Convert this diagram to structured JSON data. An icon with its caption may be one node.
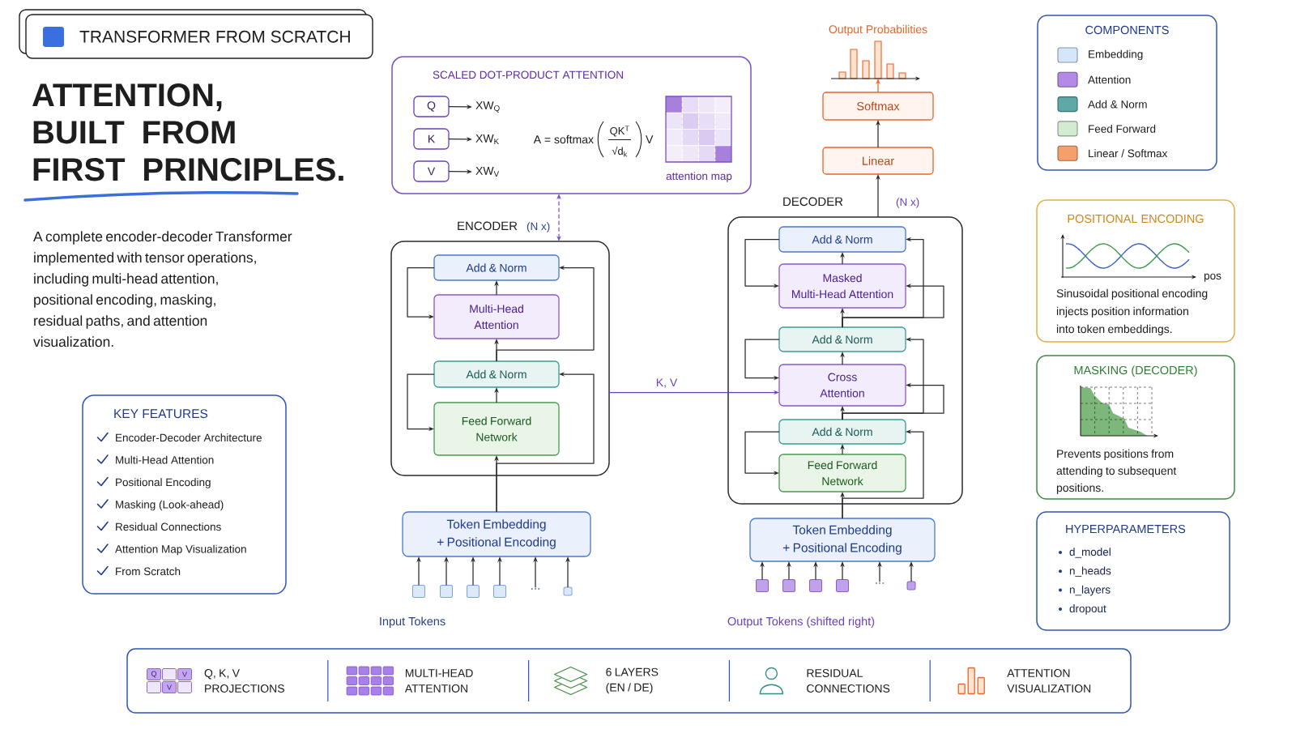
{
  "diagram": {
    "title": "ATTENTION, BUILT FROM FIRST PRINCIPLES.",
    "nodes": [
      {
        "text": [
          "TRANSFORMER FROM SCRATCH"
        ]
      },
      {
        "text": [
          "SCALED DOT-PRODUCT ATTENTION"
        ]
      },
      {
        "text": [
          "Q"
        ],
        "in": 1
      },
      {
        "text": [
          "XW$_{Q}$"
        ],
        "in": 1
      },
      {
        "text": [
          "K"
        ],
        "in": 1
      },
      {
        "text": [
          "XW$_{K}$"
        ],
        "in": 1
      },
      {
        "text": [
          "V"
        ],
        "in": 1
      },
      {
        "text": [
          "XW$_{V}$"
        ],
        "in": 1
      },
      {
        "text": [
          "Output Probabilities"
        ]
      },
      {
        "text": [
          "Softmax"
        ]
      },
      {
        "text": [
          "Linear"
        ]
      },
      {
        "text": [
          "COMPONENTS"
        ]
      },
      {
        "text": [
          "ENCODER"
        ],
        "beside": [
          "(N x)"
        ]
      },
      {
        "text": [
          "Add & Norm"
        ],
        "in": 12
      },
      {
        "text": [
          "Multi-Head Attention"
        ],
        "in": 12
      },
      {
        "text": [
          "Add & Norm"
        ],
        "in": 12
      },
      {
        "text": [
          "Feed Forward Network"
        ],
        "in": 12
      },
      {
        "text": [
          "DECODER"
        ],
        "beside": [
          "(N x)"
        ]
      },
      {
        "text": [
          "Add & Norm"
        ],
        "in": 17
      },
      {
        "text": [
          "Masked Multi-Head Attention"
        ],
        "in": 17
      },
      {
        "text": [
          "Add & Norm"
        ],
        "in": 17
      },
      {
        "text": [
          "Cross Attention"
        ],
        "in": 17
      },
      {
        "text": [
          "Add & Norm"
        ],
        "in": 17
      },
      {
        "text": [
          "Feed Forward Network"
        ],
        "in": 17
      },
      {
        "text": [
          "POSITIONAL ENCODING",
          "Sinusoidal positional encoding injects position information into token embeddings."
        ]
      },
      {
        "text": [
          "MASKING (DECODER)",
          "Prevents positions from attending to subsequent positions."
        ]
      },
      {
        "text": [
          "KEY FEATURES",
          "Encoder-Decoder Architecture",
          "Multi-Head Attention",
          "Positional Encoding",
          "Masking (Look-ahead)",
          "Residual Connections",
          "Attention Map Visualization",
          "From Scratch"
        ]
      },
      {
        "text": [
          "Token Embedding + Positional Encoding"
        ]
      },
      {
        "text": [],
        "shape": "box"
      },
      {
        "text": [],
        "shape": "box"
      },
      {
        "text": [],
        "shape": "box"
      },
      {
        "text": [],
        "shape": "box"
      },
      {
        "text": [
          "..."
        ]
      },
      {
        "text": [],
        "shape": "box"
      },
      {
        "text": [
          "Token Embedding + Positional Encoding"
        ]
      },
      {
        "text": [],
        "shape": "box"
      },
      {
        "text": [],
        "shape": "box"
      },
      {
        "text": [],
        "shape": "box"
      },
      {
        "text": [],
        "shape": "box"
      },
      {
        "text": [
          "..."
        ]
      },
      {
        "text": [],
        "shape": "box"
      },
      {
        "text": [
          "HYPERPARAMETERS",
          "d_model",
          "n_heads",
          "n_layers",
          "dropout"
        ]
      },
      {
        "text": [
          "Q, K, V PROJECTIONS",
          "MULTI-HEAD ATTENTION",
          "6 LAYERS (EN / DE)",
          "RESIDUAL CONNECTIONS",
          "ATTENTION VISUALIZATION"
        ]
      }
    ],
    "edges": [
      {
        "from": 12,
        "to": 1,
        "arrow": "both",
        "style": "dashed",
        "color": "#7b4fc9"
      },
      {
        "from": 2,
        "to": 3,
        "arrow": "to"
      },
      {
        "from": 4,
        "to": 5,
        "arrow": "to"
      },
      {
        "from": 6,
        "to": 7,
        "arrow": "to"
      },
      {
        "from": 10,
        "to": 9,
        "arrow": "to"
      },
      {
        "from": 9,
        "to": 8,
        "arrow": "to",
        "color": "#e8642a"
      },
      {
        "from": 17,
        "to": 10,
        "arrow": "to"
      },
      {
        "from": 27,
        "to": 16,
        "arrow": "to"
      },
      {
        "from": 16,
        "to": 15,
        "arrow": "to"
      },
      {
        "from": 15,
        "to": 14,
        "arrow": "to"
      },
      {
        "from": 14,
        "to": 13,
        "arrow": "to"
      },
      {
        "from": 13,
        "to": 14,
        "arrow": "to"
      },
      {
        "from": 15,
        "to": 13,
        "arrow": "to"
      },
      {
        "from": 15,
        "to": 16,
        "arrow": "to"
      },
      {
        "from": 27,
        "to": 15,
        "arrow": "to"
      },
      {
        "from": 12,
        "to": 21,
        "arrow": "to",
        "label": "K, V",
        "color": "#6a3fc0"
      },
      {
        "from": 34,
        "to": 23,
        "arrow": "to"
      },
      {
        "from": 23,
        "to": 22,
        "arrow": "to"
      },
      {
        "from": 22,
        "to": 21,
        "arrow": "to"
      },
      {
        "from": 21,
        "to": 20,
        "arrow": "to"
      },
      {
        "from": 20,
        "to": 19,
        "arrow": "to"
      },
      {
        "from": 19,
        "to": 18,
        "arrow": "to"
      },
      {
        "from": 18,
        "to": 19,
        "arrow": "to"
      },
      {
        "from": 20,
        "to": 18,
        "arrow": "to"
      },
      {
        "from": 20,
        "to": 19,
        "arrow": "to"
      },
      {
        "from": 20,
        "to": 21,
        "arrow": "to"
      },
      {
        "from": 22,
        "to": 20,
        "arrow": "to"
      },
      {
        "from": 22,
        "to": 21,
        "arrow": "to"
      },
      {
        "from": 22,
        "to": 23,
        "arrow": "to"
      },
      {
        "from": 34,
        "to": 22,
        "arrow": "to"
      },
      {
        "from": 28,
        "to": 27,
        "arrow": "to"
      },
      {
        "from": 29,
        "to": 27,
        "arrow": "to"
      },
      {
        "from": 30,
        "to": 27,
        "arrow": "to"
      },
      {
        "from": 31,
        "to": 27,
        "arrow": "to"
      },
      {
        "from": 32,
        "to": 27,
        "arrow": "to"
      },
      {
        "from": 33,
        "to": 27,
        "arrow": "to"
      },
      {
        "from": 35,
        "to": 34,
        "arrow": "to"
      },
      {
        "from": 36,
        "to": 34,
        "arrow": "to"
      },
      {
        "from": 37,
        "to": 34,
        "arrow": "to"
      },
      {
        "from": 38,
        "to": 34,
        "arrow": "to"
      },
      {
        "from": 39,
        "to": 34,
        "arrow": "to"
      },
      {
        "from": 40,
        "to": 34,
        "arrow": "to"
      }
    ],
    "labels": [
      "A complete encoder-decoder Transformer implemented with tensor operations, including multi-head attention, positional encoding, masking, residual paths, and attention visualization.",
      "A = softmax",
      "QK$^{T}$",
      "√d$_{k}$",
      "V",
      "attention map",
      "pos",
      "Input Tokens",
      "Output Tokens (shifted right)",
      "Q",
      "V",
      "V"
    ],
    "legend": [
      {
        "text": "Embedding",
        "color": "#d6e6fa"
      },
      {
        "text": "Attention",
        "color": "#b38ae6"
      },
      {
        "text": "Add & Norm",
        "color": "#5ea8a8"
      },
      {
        "text": "Feed Forward",
        "color": "#d3ebd0"
      },
      {
        "text": "Linear / Softmax",
        "color": "#f4a06c"
      }
    ]
  }
}
